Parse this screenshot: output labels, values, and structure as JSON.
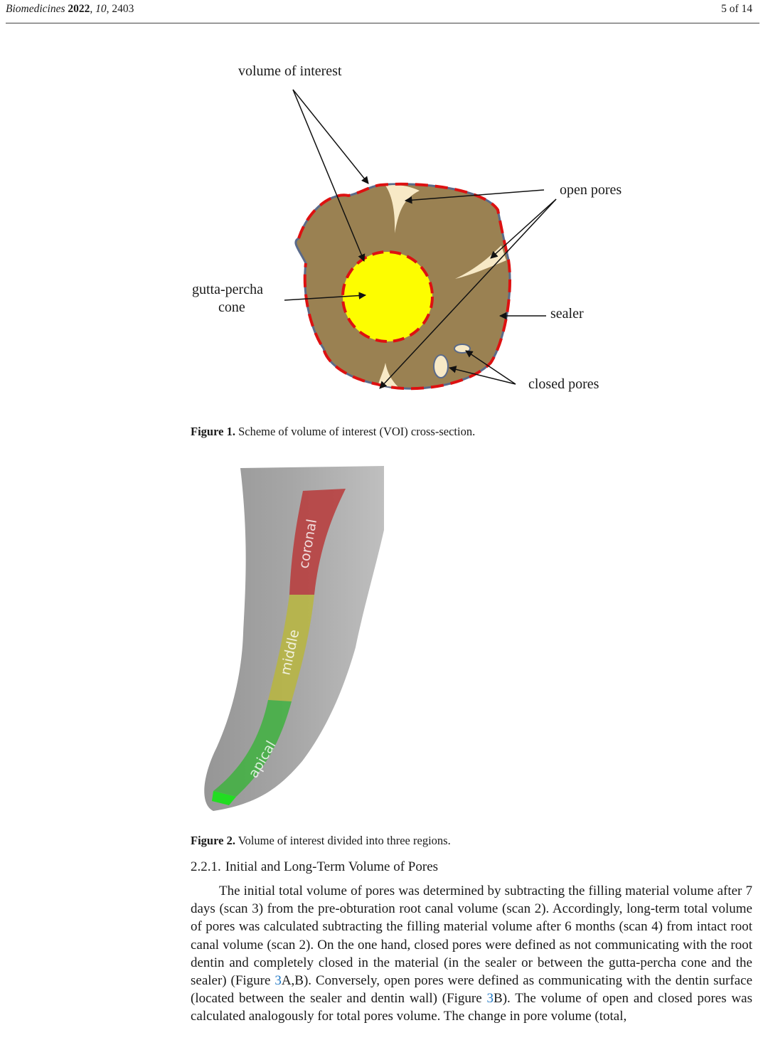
{
  "header": {
    "journal": "Biomedicines",
    "year": "2022",
    "volume": "10",
    "article": "2403",
    "page": "5 of 14"
  },
  "figure1": {
    "labels": {
      "voi": "volume of interest",
      "open_pores": "open pores",
      "gutta_line1": "gutta-percha",
      "gutta_line2": "cone",
      "sealer": "sealer",
      "closed_pores": "closed pores"
    },
    "caption_label": "Figure 1.",
    "caption_text": " Scheme of volume of interest (VOI) cross-section.",
    "colors": {
      "sealer": "#9a8152",
      "gutta_percha": "#fdfd00",
      "pore": "#f7e9c6",
      "voi_outline": "#dd1111",
      "wall_outline": "#5a6a8a"
    }
  },
  "figure2": {
    "regions": {
      "coronal": "coronal",
      "middle": "middle",
      "apical": "apical"
    },
    "caption_label": "Figure 2.",
    "caption_text": " Volume of interest divided into three regions.",
    "colors": {
      "coronal": "#b83a3a",
      "middle": "#b8b63e",
      "apical": "#3fb23f"
    }
  },
  "section": {
    "number": "2.2.1.",
    "title": "Initial and Long-Term Volume of Pores"
  },
  "body": {
    "p1": "The initial total volume of pores was determined by subtracting the filling material volume after 7 days (scan 3) from the pre-obturation root canal volume (scan 2). Accordingly, long-term total volume of pores was calculated subtracting the filling material volume after 6 months (scan 4) from intact root canal volume (scan 2). On the one hand, closed pores were defined as not communicating with the root dentin and completely closed in the material (in the sealer or between the gutta-percha cone and the sealer) (Figure ",
    "ref1": "3",
    "p2": "A,B). Conversely, open pores were defined as communicating with the dentin surface (located between the sealer and dentin wall) (Figure ",
    "ref2": "3",
    "p3": "B). The volume of open and closed pores was calculated analogously for total pores volume. The change in pore volume (total,"
  }
}
